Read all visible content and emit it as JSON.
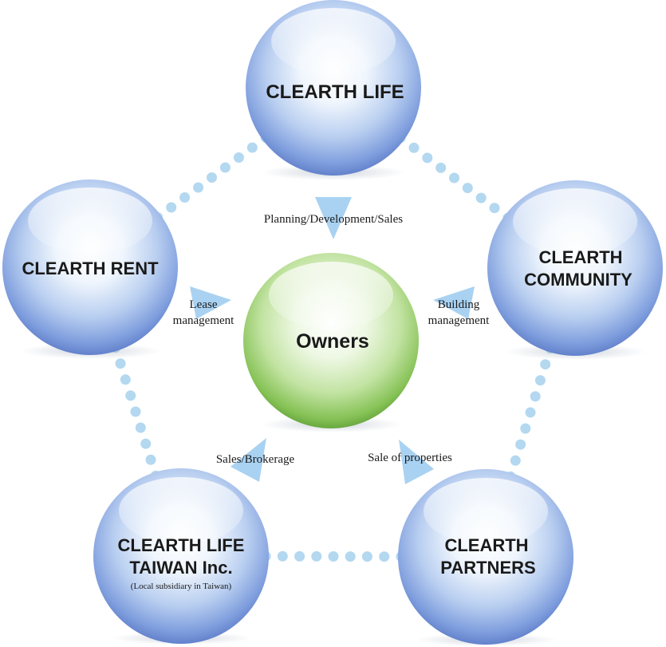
{
  "spheres": {
    "life": {
      "label": "CLEARTH LIFE"
    },
    "rent": {
      "label": "CLEARTH RENT"
    },
    "community": {
      "line1": "CLEARTH",
      "line2": "COMMUNITY"
    },
    "taiwan": {
      "line1": "CLEARTH LIFE",
      "line2": "TAIWAN Inc.",
      "note": "(Local subsidiary in Taiwan)"
    },
    "partners": {
      "line1": "CLEARTH",
      "line2": "PARTNERS"
    },
    "owners": {
      "label": "Owners"
    }
  },
  "relations": {
    "planning": "Planning/Development/Sales",
    "lease": {
      "line1": "Lease",
      "line2": "management"
    },
    "building": {
      "line1": "Building",
      "line2": "management"
    },
    "sales": "Sales/Brokerage",
    "sale_props": "Sale of properties"
  },
  "colors": {
    "blue_sphere": "#6f8fd8",
    "green_sphere": "#7fbf50",
    "dots": "#b3d8f0",
    "arrows": "#a9d2f2"
  }
}
